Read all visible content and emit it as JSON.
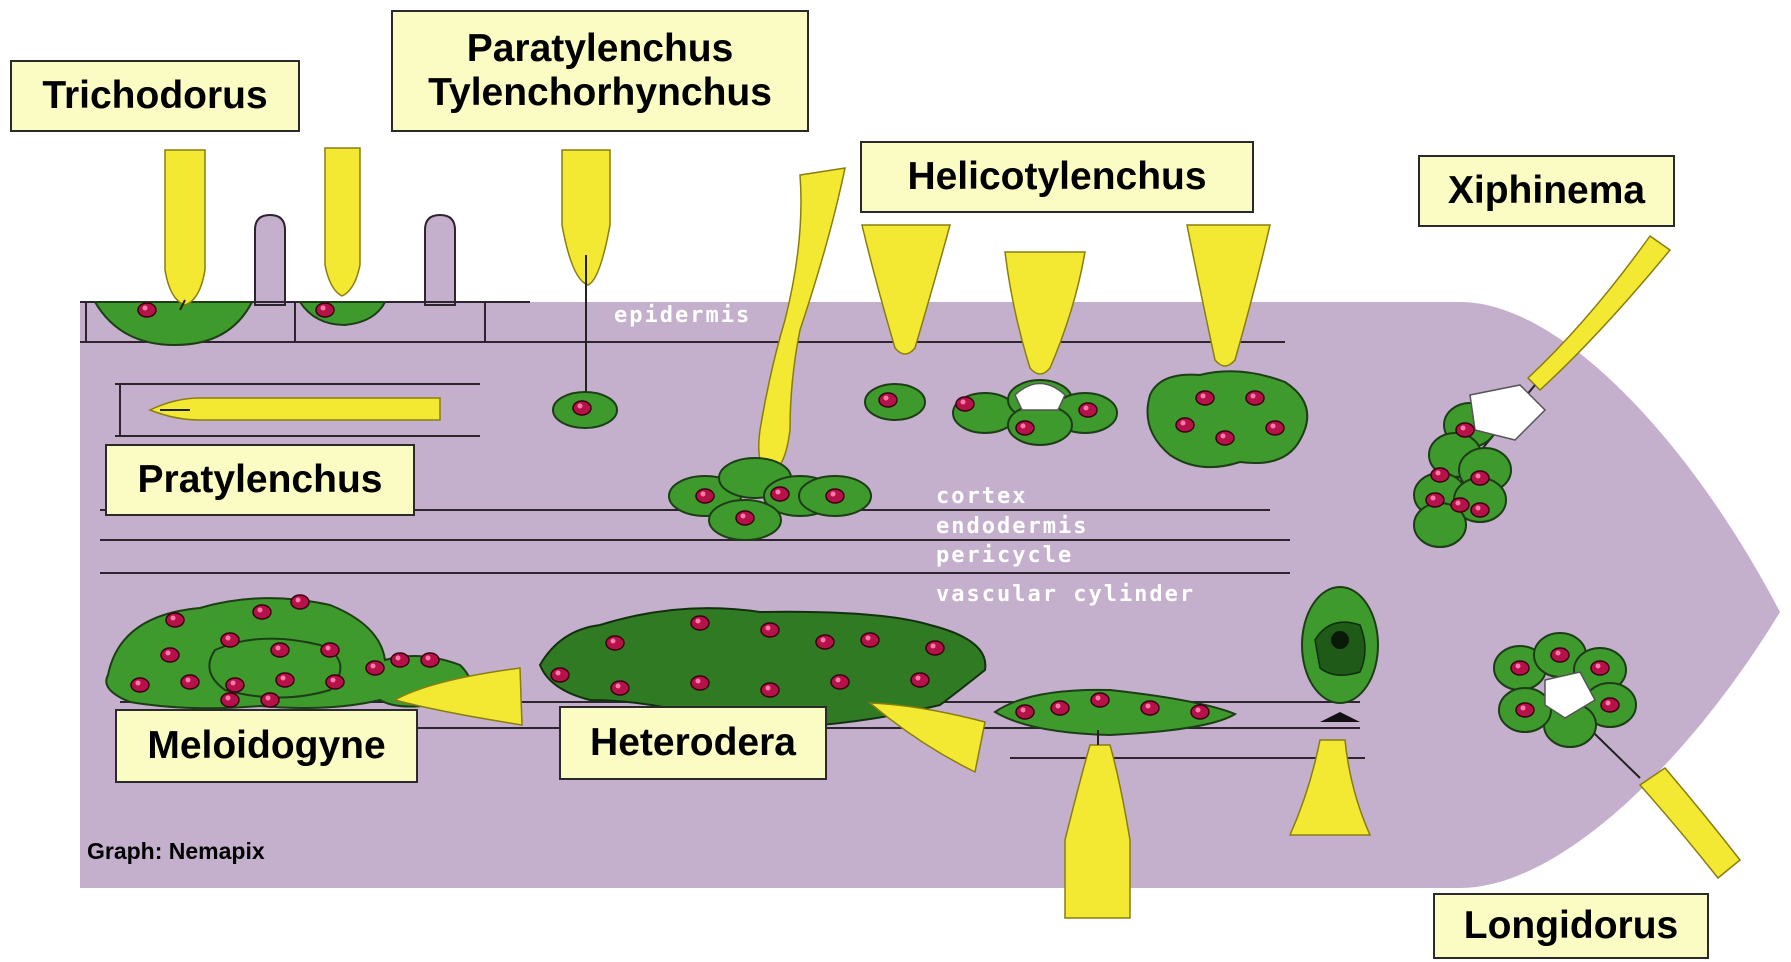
{
  "colors": {
    "root": "#c4b0cc",
    "root_line": "#2e2430",
    "nematode": "#f3e832",
    "cell": "#3f9a2e",
    "cell_dark": "#2f7a22",
    "nucleus": "#b5124a",
    "label_bg": "#fbfbc4"
  },
  "labels": {
    "trichodorus": "Trichodorus",
    "paratylenchus": "Paratylenchus",
    "tylenchorhynchus": "Tylenchorhynchus",
    "helicotylenchus": "Helicotylenchus",
    "xiphinema": "Xiphinema",
    "pratylenchus": "Pratylenchus",
    "meloidogyne": "Meloidogyne",
    "heterodera": "Heterodera",
    "longidorus": "Longidorus"
  },
  "tissues": {
    "epidermis": "epidermis",
    "cortex": "cortex",
    "endodermis": "endodermis",
    "pericycle": "pericycle",
    "vascular_cylinder": "vascular cylinder"
  },
  "credit": "Graph: Nemapix"
}
